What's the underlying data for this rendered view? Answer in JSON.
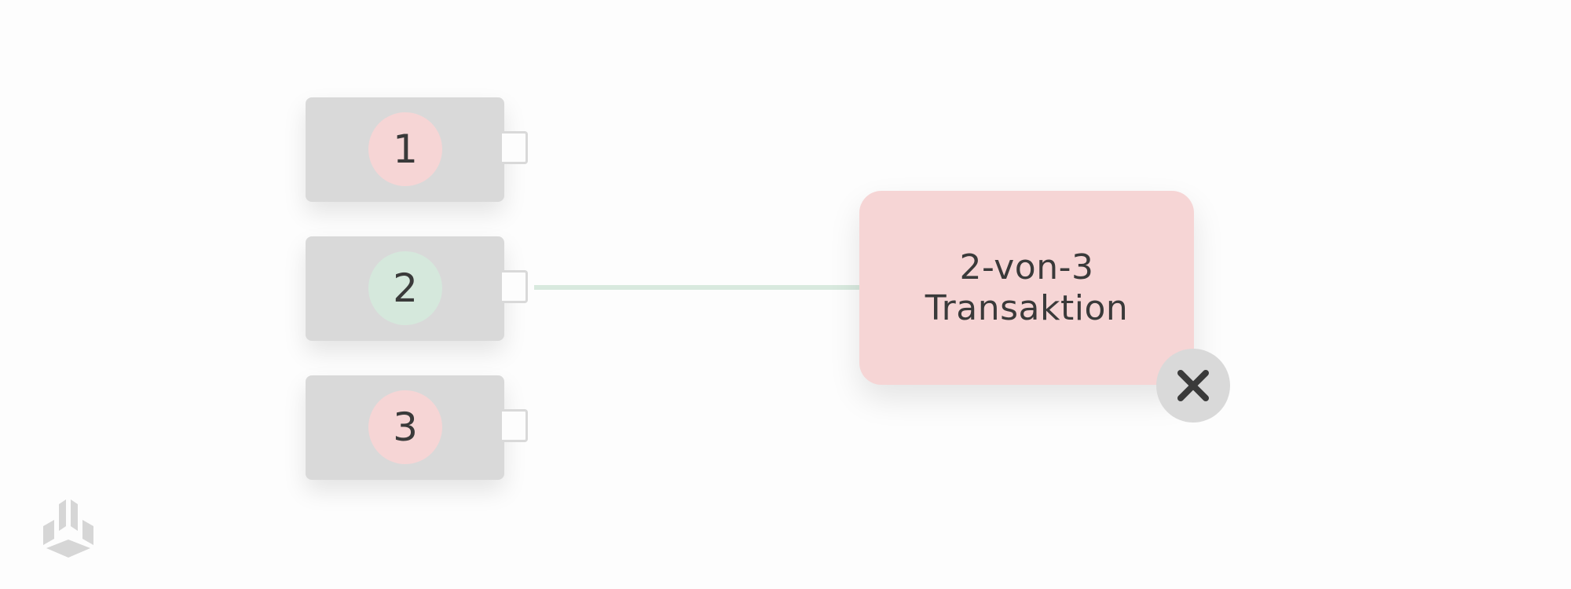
{
  "keys": [
    {
      "number": "1",
      "status": "rejected"
    },
    {
      "number": "2",
      "status": "signed"
    },
    {
      "number": "3",
      "status": "rejected"
    }
  ],
  "transaction": {
    "line1": "2-von-3",
    "line2": "Transaktion",
    "status_icon": "close-icon"
  },
  "colors": {
    "background": "#fdfdfd",
    "key_body": "#d9d9d9",
    "rejected": "#f6d5d5",
    "signed": "#d5e8dc",
    "text": "#3a3a3a"
  },
  "logo_icon": "brand-logo-icon"
}
